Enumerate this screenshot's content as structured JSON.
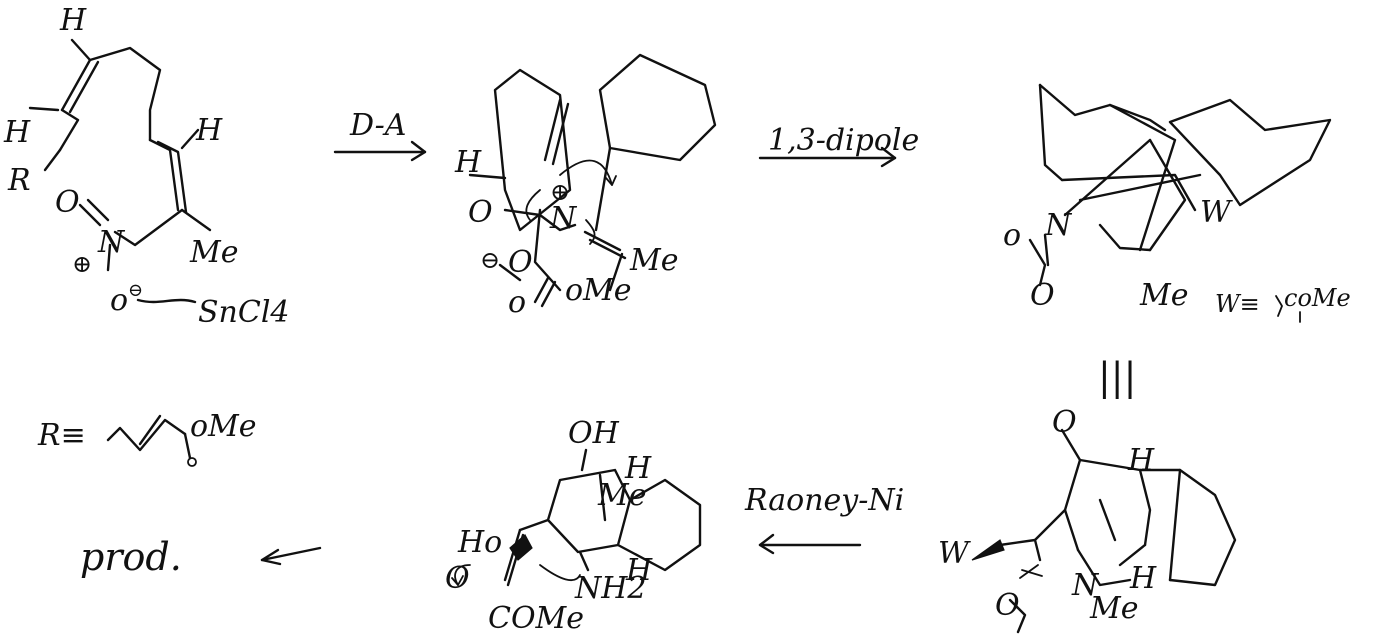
{
  "reagents": {
    "step1": "D-A",
    "step2": "1,3-dipole",
    "step3": "Raoney-Ni"
  },
  "definitions": {
    "r_def": "R≡",
    "r_ester": "oMe",
    "w_def": "W≡",
    "w_group": "coMe"
  },
  "equivalence_mark": "|||",
  "product_label": "prod.",
  "atoms": {
    "h": "H",
    "r": "R",
    "o": "O",
    "o_lower": "o",
    "n": "N",
    "me": "Me",
    "ome": "oMe",
    "w": "W",
    "oh": "OH",
    "ho": "Ho",
    "nh2": "NH2",
    "come": "COMe",
    "plus": "⊕",
    "minus": "⊖",
    "sncl4": "SnCl4"
  }
}
